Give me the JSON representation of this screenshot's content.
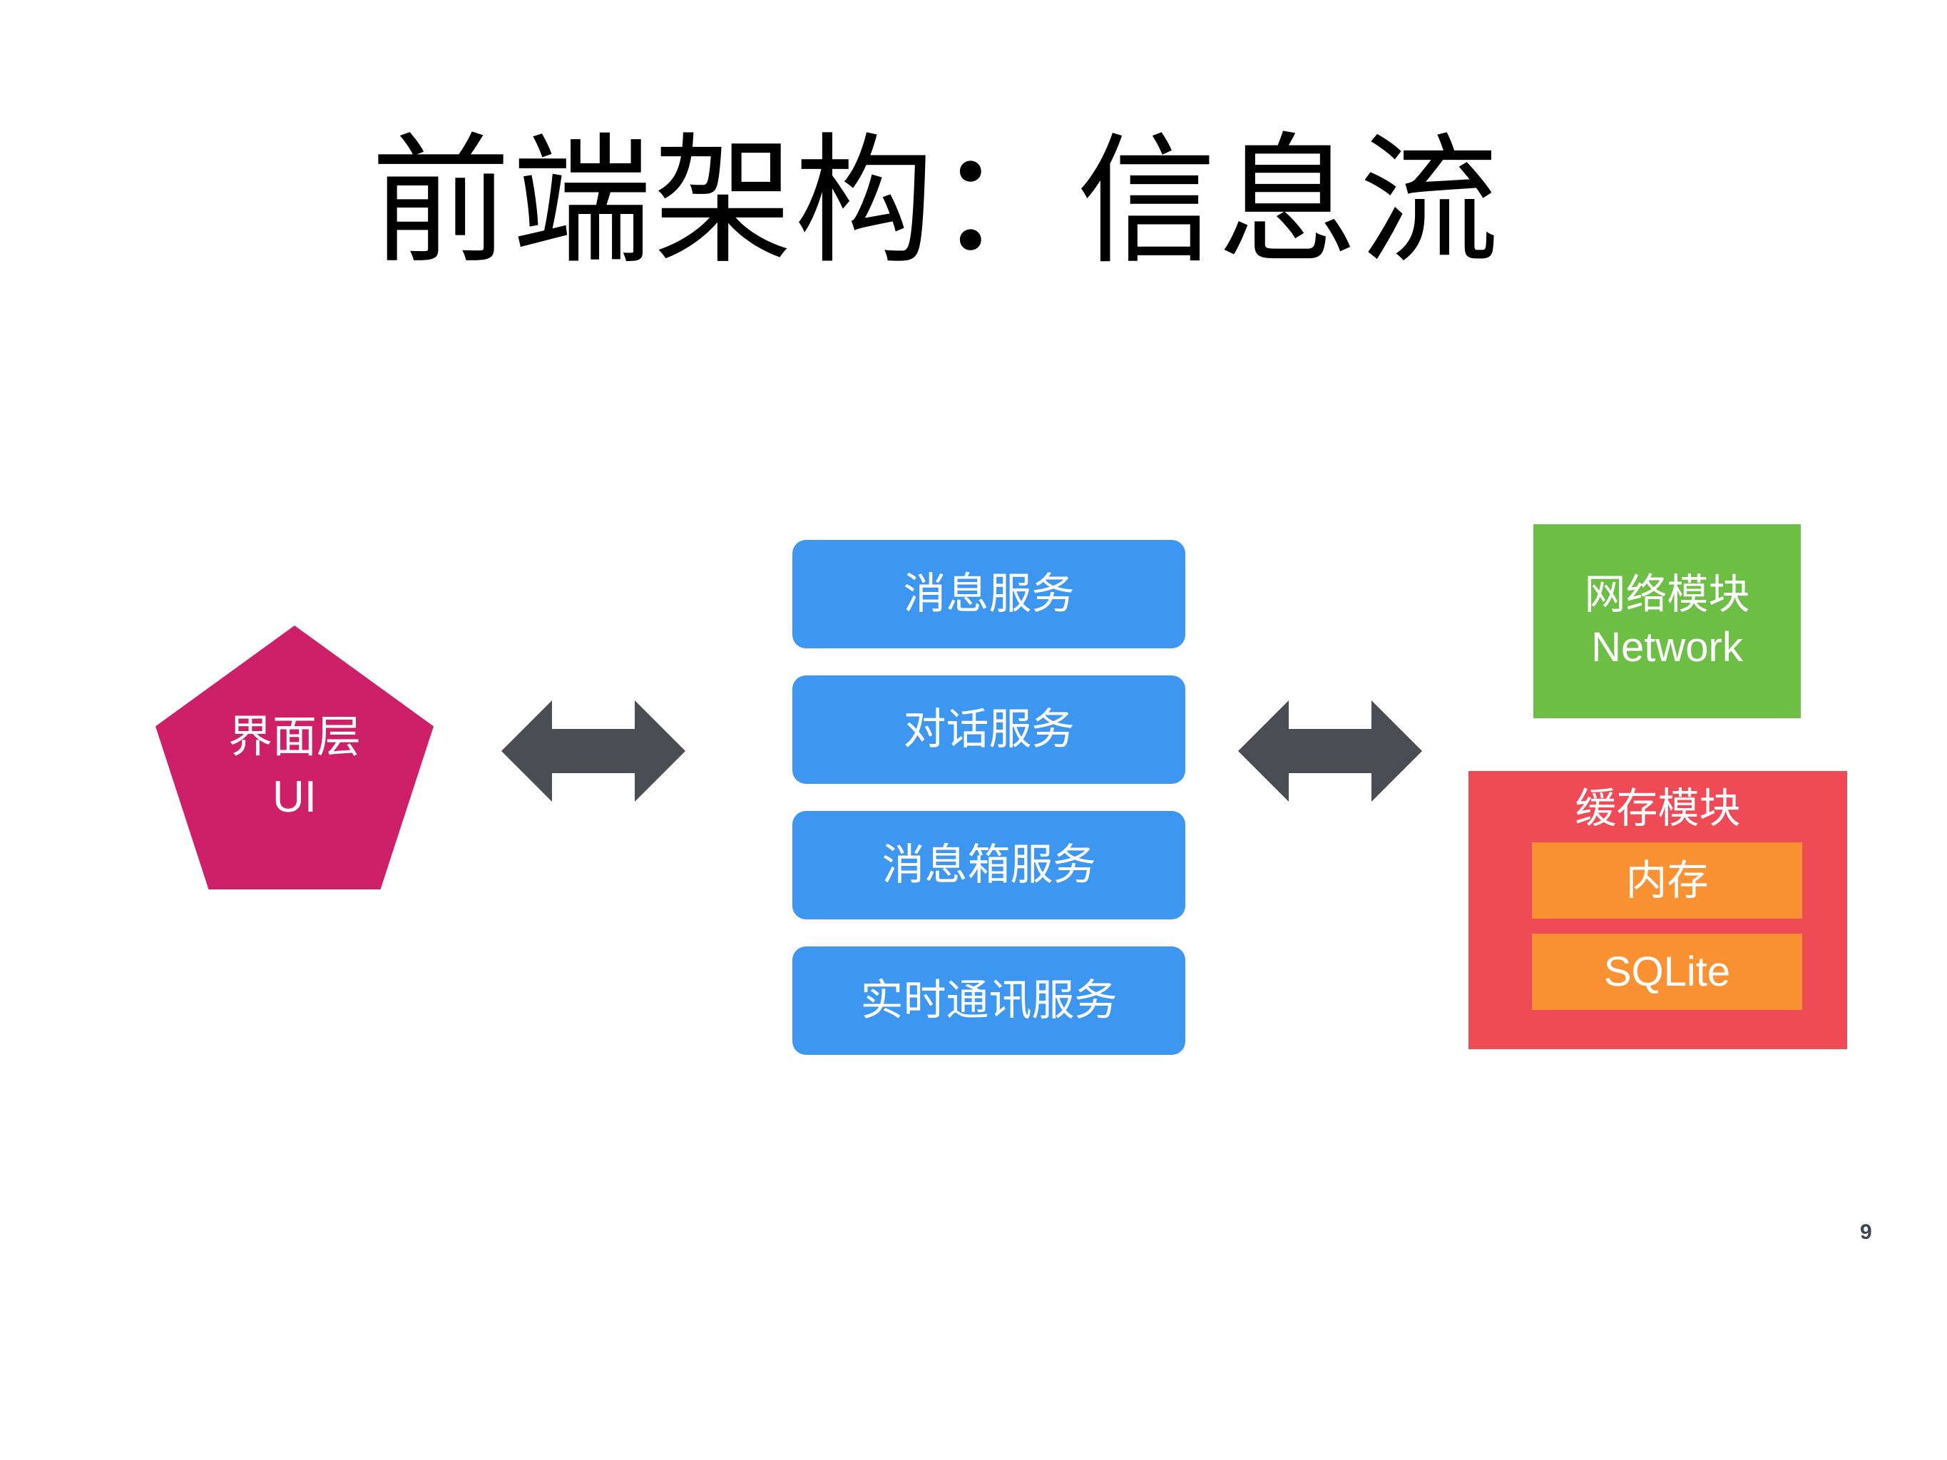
{
  "slide": {
    "title": "前端架构：信息流",
    "page_number": "9",
    "background_color": "#FFFFFF"
  },
  "ui_layer": {
    "shape": "pentagon",
    "color": "#CE2069",
    "line1": "界面层",
    "line2": "UI"
  },
  "arrows": [
    {
      "name": "ui-to-services",
      "icon": "double-arrow-icon",
      "color": "#4A4E54"
    },
    {
      "name": "services-to-modules",
      "icon": "double-arrow-icon",
      "color": "#4A4E54"
    }
  ],
  "services": {
    "color": "#3D96F0",
    "items": [
      {
        "label": "消息服务"
      },
      {
        "label": "对话服务"
      },
      {
        "label": "消息箱服务"
      },
      {
        "label": "实时通讯服务"
      }
    ]
  },
  "network_module": {
    "color": "#6CBE45",
    "line1": "网络模块",
    "line2": "Network"
  },
  "cache_module": {
    "color": "#EF4B57",
    "title": "缓存模块",
    "sub_color": "#FA9133",
    "subs": [
      {
        "label": "内存"
      },
      {
        "label": "SQLite"
      }
    ]
  }
}
